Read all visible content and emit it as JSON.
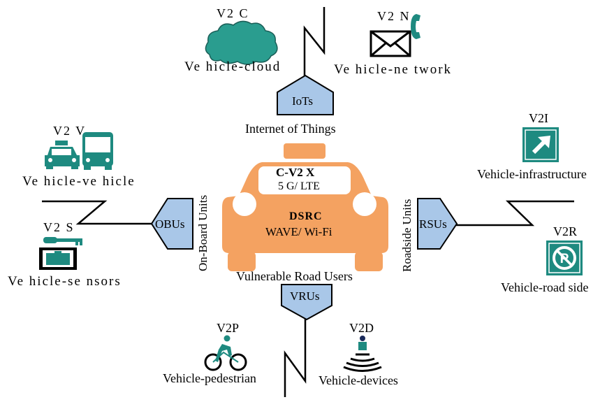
{
  "top": {
    "v2c": {
      "code": "V2 C",
      "label": "Ve hicle-cloud"
    },
    "v2n": {
      "code": "V2 N",
      "label": "Ve hicle-ne twork"
    },
    "iot": {
      "abbr": "IoTs",
      "caption": "Internet of Things"
    }
  },
  "left": {
    "v2v": {
      "code": "V2 V",
      "label": "Ve hicle-ve hicle"
    },
    "v2s": {
      "code": "V2 S",
      "label": "Ve hicle-se nsors"
    },
    "obu": {
      "abbr": "OBUs",
      "caption": "On-Board Units"
    }
  },
  "right": {
    "v2i": {
      "code": "V2I",
      "label": "Vehicle-infrastructure"
    },
    "v2r": {
      "code": "V2R",
      "label": "Vehicle-road side"
    },
    "rsu": {
      "abbr": "RSUs",
      "caption": "Roadside Units"
    }
  },
  "bottom": {
    "v2p": {
      "code": "V2P",
      "label": "Vehicle-pedestrian"
    },
    "v2d": {
      "code": "V2D",
      "label": "Vehicle-devices"
    },
    "vru": {
      "abbr": "VRUs",
      "caption": "Vulnerable Road Users"
    }
  },
  "car": {
    "cv2x": "C-V2 X",
    "lte": "5 G/ LTE",
    "dsrc": "DSRC",
    "wave": "WAVE/ Wi-Fi"
  },
  "colors": {
    "car_orange": "#f4a261",
    "unit_blue": "#a9c7e8",
    "teal": "#1e8a80",
    "cloud_teal": "#2a9d8f"
  },
  "icons": {
    "v2c": "cloud-icon",
    "v2n": "envelope-phone-icon",
    "v2v": "taxi-bus-icon",
    "v2s": "key-suitcase-icon",
    "v2i": "arrow-sign-icon",
    "v2r": "no-parking-sign-icon",
    "v2p": "cyclist-icon",
    "v2d": "wireless-user-icon"
  }
}
